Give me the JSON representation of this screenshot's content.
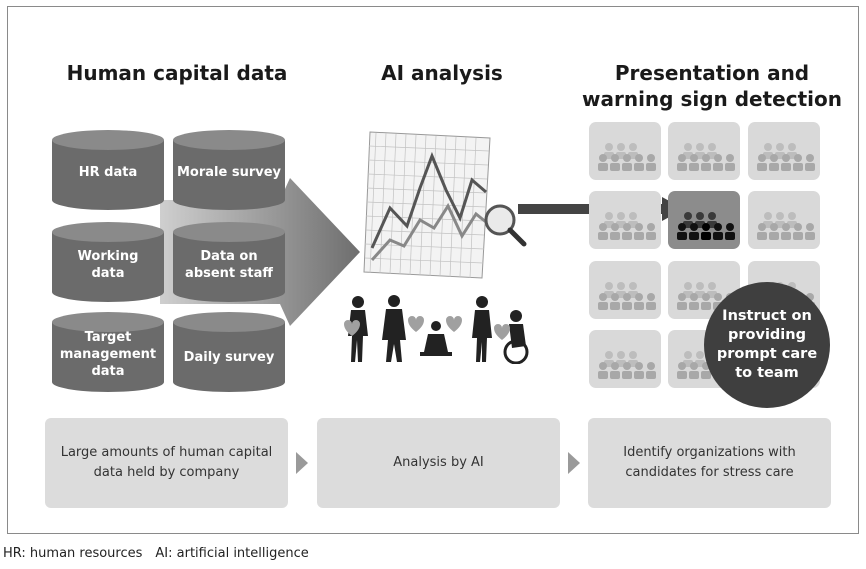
{
  "headings": {
    "human_capital": "Human capital data",
    "ai_analysis": "AI analysis",
    "presentation_line1": "Presentation and",
    "presentation_line2": "warning sign detection"
  },
  "cylinders": [
    {
      "line1": "HR data",
      "line2": "",
      "line3": ""
    },
    {
      "line1": "Morale survey",
      "line2": "",
      "line3": ""
    },
    {
      "line1": "Working",
      "line2": "data",
      "line3": ""
    },
    {
      "line1": "Data on",
      "line2": "absent staff",
      "line3": ""
    },
    {
      "line1": "Target",
      "line2": "management",
      "line3": "data"
    },
    {
      "line1": "Daily survey",
      "line2": "",
      "line3": ""
    }
  ],
  "bottom_boxes": {
    "box1_line1": "Large amounts of human capital",
    "box1_line2": "data held by company",
    "box2": "Analysis by AI",
    "box3_line1": "Identify organizations with",
    "box3_line2": "candidates for stress care"
  },
  "circle": {
    "line1": "Instruct on",
    "line2": "providing",
    "line3": "prompt care",
    "line4": "to team"
  },
  "footnote": "HR: human resources AI: artificial intelligence",
  "colors": {
    "cylinder": "#6b6b6b",
    "cylinder_top": "#8a8a8a",
    "box_bg": "#dcdcdc",
    "tile_bg": "#d9d9d9",
    "tile_highlight": "#8c8c8c",
    "circle": "#3f3f3f",
    "arrow": "#444444"
  }
}
